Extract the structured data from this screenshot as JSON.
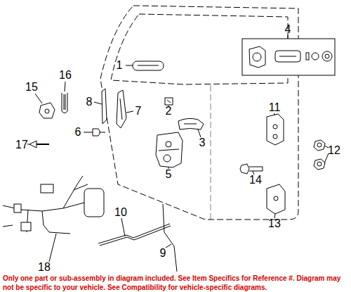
{
  "diagram": {
    "caption": "Only one part or sub-assembly in diagram included. See Item Specifics for Reference #. Diagram may not be specific to your vehicle. See Compatibility for vehicle-specific diagrams.",
    "labels": [
      "4",
      "16",
      "15",
      "1",
      "2",
      "8",
      "7",
      "11",
      "3",
      "6",
      "12",
      "17",
      "5",
      "14",
      "13",
      "10",
      "9",
      "18"
    ]
  }
}
